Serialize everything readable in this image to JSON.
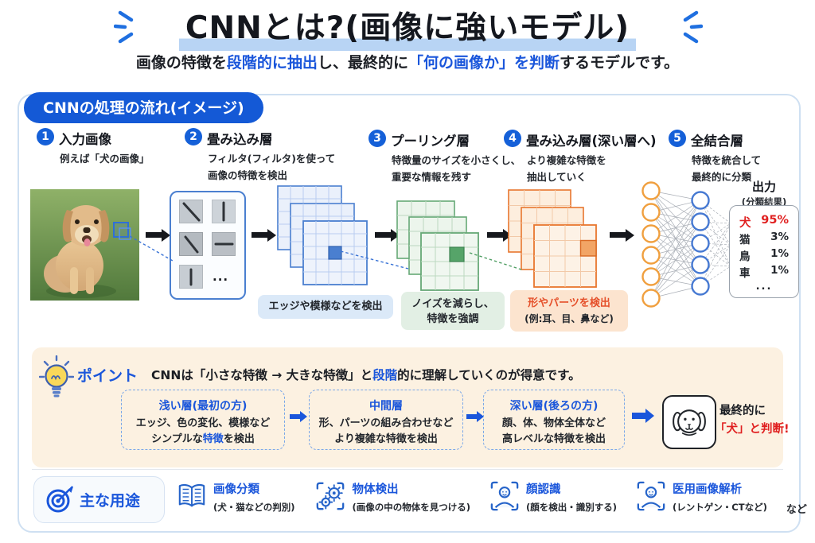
{
  "colors": {
    "accent_blue": "#1a56db",
    "pill_blue": "#1459d6",
    "title_underline": "#b8d4f4",
    "highlight_red": "#e02020",
    "deep_layer_orange": "#e5502a",
    "point_bg": "#fcf1e1",
    "conv_blue": "#4a7fd0",
    "pool_green": "#56a469",
    "deep_orange": "#e8762e"
  },
  "header": {
    "title": "CNNとは?(画像に強いモデル)",
    "subtitle": {
      "p1": "画像の特徴を",
      "p2": "段階的に抽出",
      "p3": "し、最終的に",
      "p4": "「何の画像か」を判断",
      "p5": "するモデルです。"
    }
  },
  "panel": {
    "heading": "CNNの処理の流れ(イメージ)",
    "steps": [
      {
        "num": "1",
        "title": "入力画像",
        "desc1": "例えば「犬の画像」",
        "desc2": ""
      },
      {
        "num": "2",
        "title": "畳み込み層",
        "desc1": "フィルタ(フィルタ)を使って",
        "desc2": "画像の特徴を検出"
      },
      {
        "num": "3",
        "title": "プーリング層",
        "desc1": "特徴量のサイズを小さくし、",
        "desc2": "重要な情報を残す"
      },
      {
        "num": "4",
        "title": "畳み込み層(深い層へ)",
        "desc1": "より複雑な特徴を",
        "desc2": "抽出していく"
      },
      {
        "num": "5",
        "title": "全結合層",
        "desc1": "特徴を統合して",
        "desc2": "最終的に分類"
      }
    ],
    "filters_more": "...",
    "captions": {
      "conv": "エッジや模様などを検出",
      "pool1": "ノイズを減らし、",
      "pool2": "特徴を強調",
      "deep_title": "形やパーツを検出",
      "deep_sub": "(例:耳、目、鼻など)"
    },
    "output": {
      "label": "出力",
      "sublabel": "(分類結果)",
      "rows": [
        {
          "name": "犬",
          "pct": "95%"
        },
        {
          "name": "猫",
          "pct": "3%"
        },
        {
          "name": "鳥",
          "pct": "1%"
        },
        {
          "name": "車",
          "pct": "1%"
        }
      ],
      "more": "..."
    }
  },
  "point": {
    "label": "ポイント",
    "text": {
      "p1": "CNNは「小さな特徴 → 大きな特徴」と",
      "p2": "段階",
      "p3": "的に理解していくのが得意です。"
    },
    "boxes": [
      {
        "title": "浅い層(最初の方)",
        "line1": "エッジ、色の変化、模様など",
        "l2a": "シンプルな",
        "l2b": "特徴",
        "l2c": "を検出"
      },
      {
        "title": "中間層",
        "line1": "形、パーツの組み合わせなど",
        "line2": "より複雑な特徴を検出"
      },
      {
        "title": "深い層(後ろの方)",
        "line1": "顔、体、物体全体など",
        "line2": "高レベルな特徴を検出"
      }
    ],
    "final1": "最終的に",
    "final2": "「犬」と判断!"
  },
  "uses": {
    "label": "主な用途",
    "items": [
      {
        "icon": "book-icon",
        "title": "画像分類",
        "desc": "(犬・猫などの判別)"
      },
      {
        "icon": "gears-icon",
        "title": "物体検出",
        "desc": "(画像の中の物体を見つける)"
      },
      {
        "icon": "face-scan-icon",
        "title": "顔認識",
        "desc": "(顔を検出・識別する)"
      },
      {
        "icon": "medical-scan-icon",
        "title": "医用画像解析",
        "desc": "(レントゲン・CTなど)"
      }
    ],
    "suffix": "など"
  }
}
